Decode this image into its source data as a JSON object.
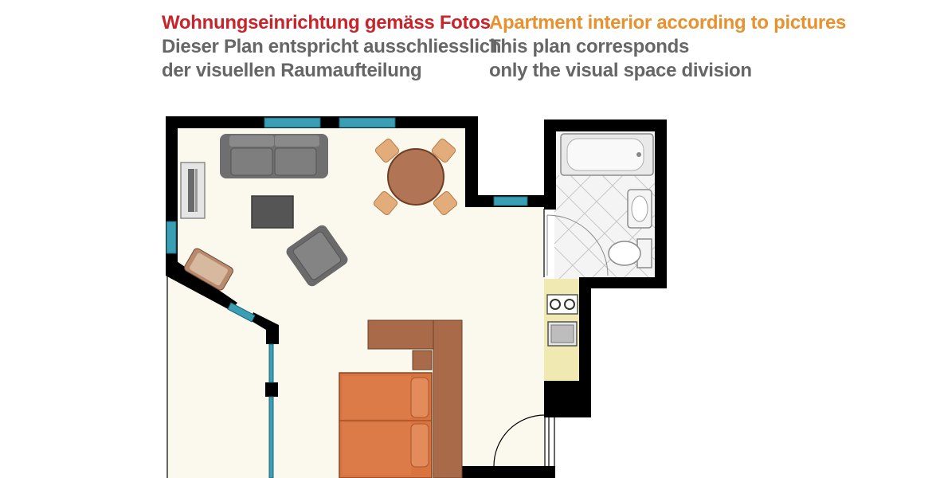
{
  "header": {
    "german": {
      "title": "Wohnungseinrichtung gemäss Fotos",
      "line1": "Dieser Plan entspricht ausschliesslich",
      "line2": "der visuellen Raumaufteilung"
    },
    "english": {
      "title": "Apartment interior according to pictures",
      "line1": "This plan corresponds",
      "line2": "only the visual space division"
    }
  },
  "colors": {
    "german_title": "#c8242b",
    "english_title": "#e8912e",
    "body_text": "#666666",
    "wall": "#000000",
    "floor": "#fbf9ee",
    "window": "#3a9fb4",
    "sofa": "#7b7b7b",
    "table": "#b17555",
    "chair": "#e2ad7a",
    "bed": "#d97440",
    "counter": "#a86a49",
    "kitchen_counter": "#f1e9b2"
  },
  "furniture_icons": [
    "sofa-icon",
    "tv-icon",
    "coffee-table-icon",
    "armchair-icon",
    "round-dining-table-icon",
    "dining-chair-icon",
    "side-chair-icon",
    "double-bed-icon",
    "room-divider-icon",
    "nightstand-icon",
    "bathtub-icon",
    "washbasin-icon",
    "toilet-icon",
    "stove-icon",
    "kitchen-sink-icon",
    "door-icon"
  ]
}
